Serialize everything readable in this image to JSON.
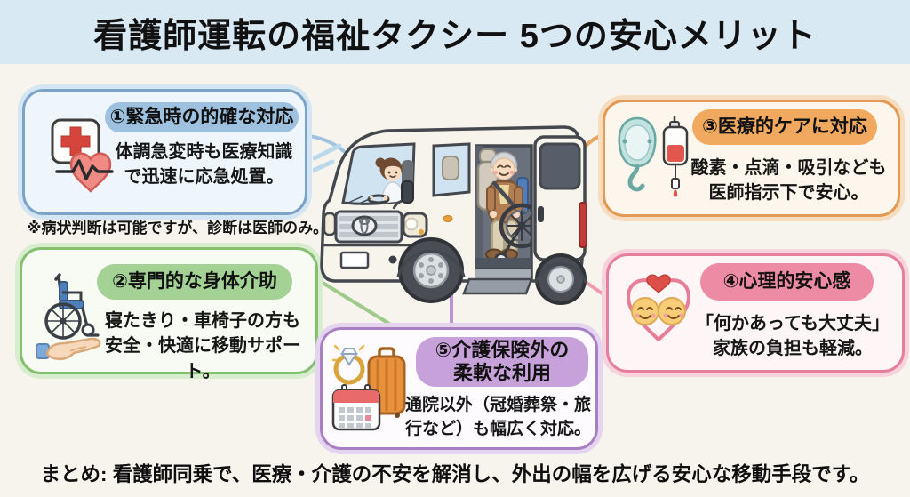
{
  "header": {
    "title": "看護師運転の福祉タクシー 5つの安心メリット"
  },
  "benefits": [
    {
      "title": "①緊急時の的確な対応",
      "body": "体調急変時も医療知識\nで迅速に応急処置。",
      "icon": "first-aid-heart-icon"
    },
    {
      "title": "②専門的な身体介助",
      "body": "寝たきり・車椅子の方も\n安全・快適に移動サポート。",
      "icon": "wheelchair-hand-icon"
    },
    {
      "title": "③医療的ケアに対応",
      "body": "酸素・点滴・吸引なども\n医師指示下で安心。",
      "icon": "oxygen-iv-icon"
    },
    {
      "title": "④心理的安心感",
      "body": "「何かあっても大丈夫」\n家族の負担も軽減。",
      "icon": "smiling-faces-heart-icon"
    },
    {
      "title": "⑤介護保険外の\n柔軟な利用",
      "body": "通院以外（冠婚葬祭・旅\n行など）も幅広く対応。",
      "icon": "ring-suitcase-calendar-icon"
    }
  ],
  "note": "※病状判断は可能ですが、診断は医師のみ。",
  "summary": "まとめ: 看護師同乗で、医療・介護の不安を解消し、外出の幅を広げる安心な移動手段です。",
  "illustration": {
    "description": "看護師が運転する福祉タクシー（車椅子の高齢者が乗車）"
  },
  "colors": {
    "page_bg": "#f7f4ee",
    "header_bg": "#d9e9f4",
    "text": "#1c1c1c",
    "benefit_1_accent": "#7ba3c8",
    "benefit_1_pill": "#9dc1de",
    "benefit_1_fill": "#eef5fb",
    "benefit_2_accent": "#85bf70",
    "benefit_2_pill": "#a3d294",
    "benefit_2_fill": "#f7fbf4",
    "benefit_3_accent": "#e39a55",
    "benefit_3_pill": "#f0a95e",
    "benefit_3_fill": "#fdf6ec",
    "benefit_4_accent": "#e57f9b",
    "benefit_4_pill": "#ee8ba4",
    "benefit_4_fill": "#fdf5f6",
    "benefit_5_accent": "#a87fc3",
    "benefit_5_pill": "#c7a1d9",
    "benefit_5_fill": "#fdfbfe"
  }
}
